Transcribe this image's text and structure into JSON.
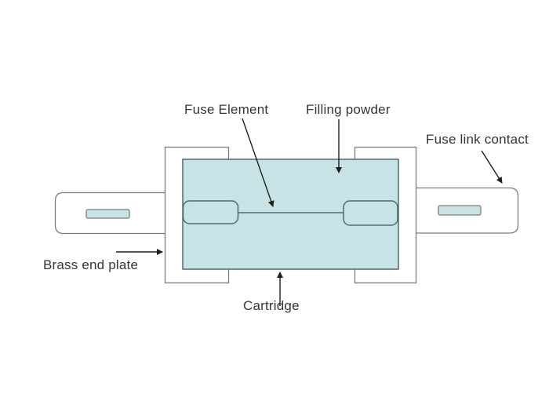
{
  "diagram": {
    "subject": "cartridge-fuse-schematic",
    "labels": {
      "fuse_element": "Fuse Element",
      "filling_powder": "Filling powder",
      "fuse_link_contact": "Fuse link contact",
      "brass_end_plate": "Brass end plate",
      "cartridge": "Cartridge"
    }
  },
  "colors": {
    "cartridge_fill": "#c7e3e5",
    "cartridge_stroke": "#4e6a74",
    "outline_gray": "#7c7c7c",
    "arrow_color": "#1f1f1f",
    "text_color": "#353535",
    "bg": "#ffffff"
  }
}
